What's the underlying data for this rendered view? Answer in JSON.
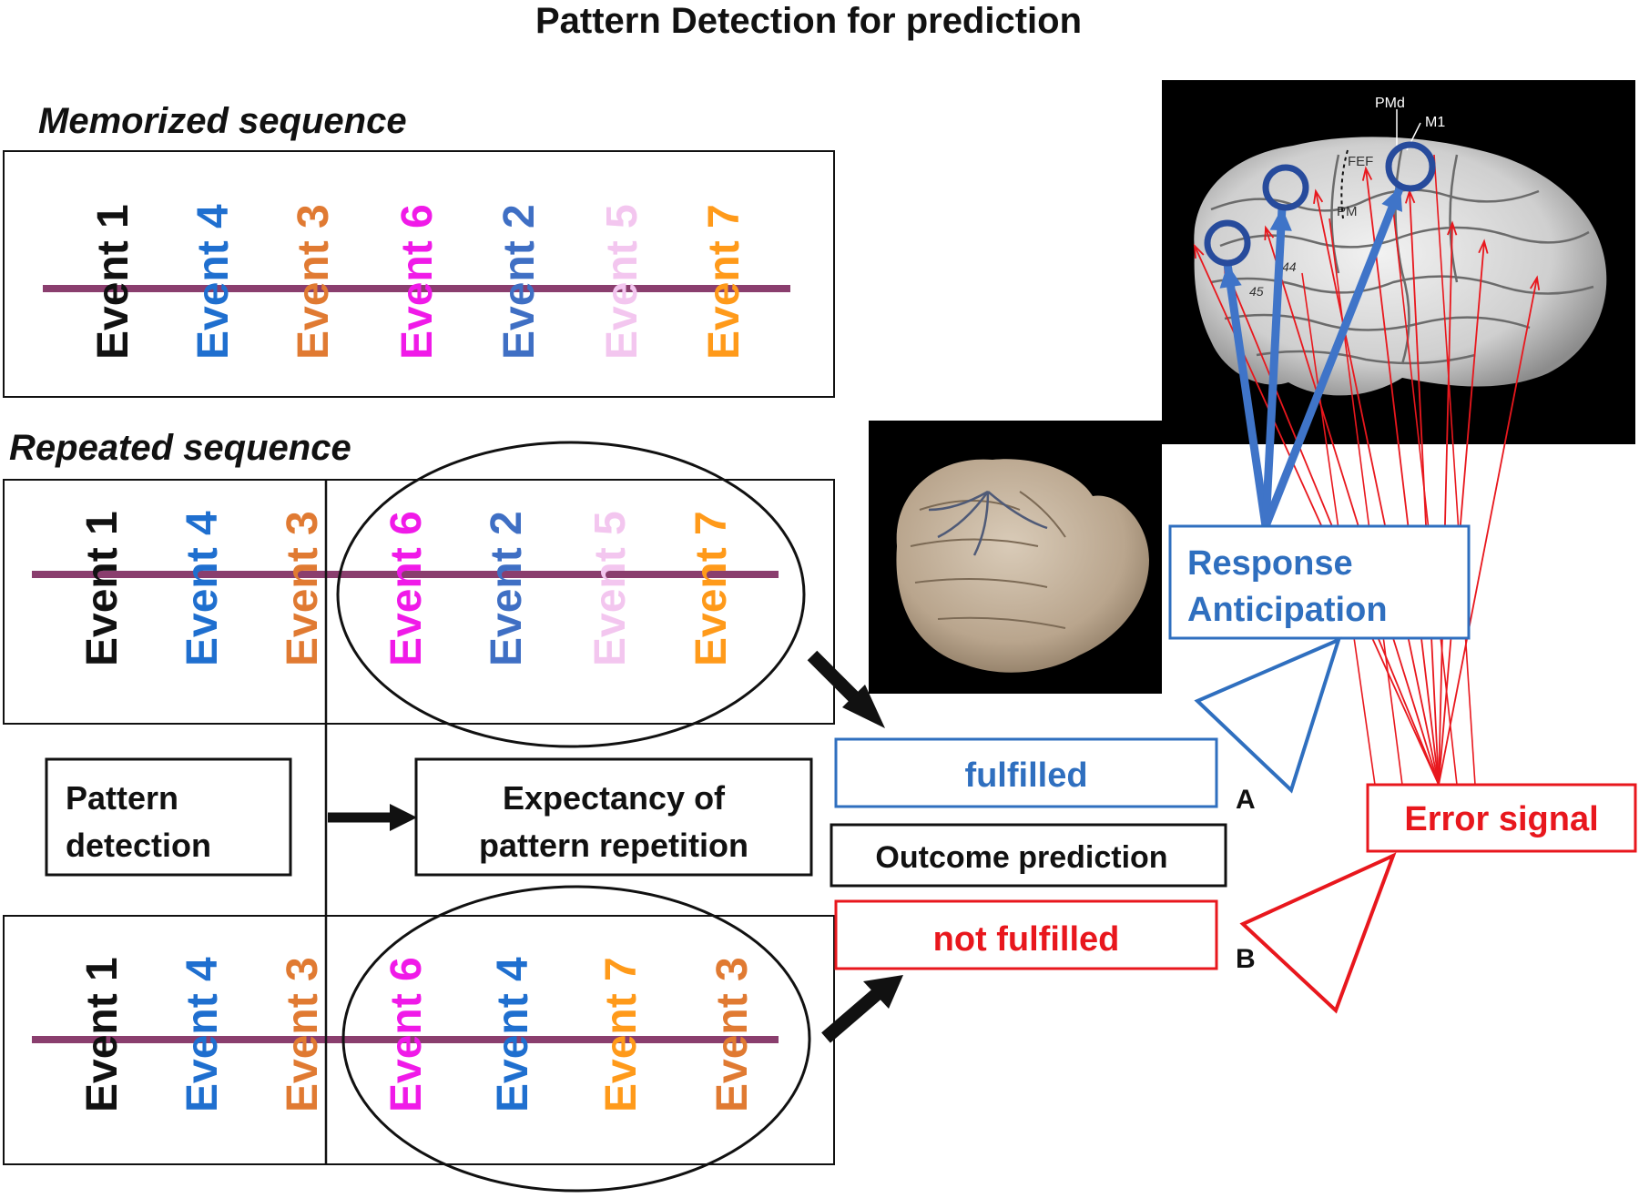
{
  "title": "Pattern Detection for prediction",
  "sections": {
    "memorized": "Memorized sequence",
    "repeated": "Repeated sequence"
  },
  "colors": {
    "e1": "#111111",
    "e2": "#3f6fc4",
    "e3": "#e07a32",
    "e4": "#1f6fcf",
    "e5": "#f3c6ef",
    "e6": "#f01ae8",
    "e7": "#ff9a1a",
    "timeline": "#8a3e6e",
    "blue": "#2f6fbf",
    "red": "#e8171d"
  },
  "sequences": {
    "memorized": [
      {
        "text": "Event 1",
        "color": "e1"
      },
      {
        "text": "Event 4",
        "color": "e4"
      },
      {
        "text": "Event 3",
        "color": "e3"
      },
      {
        "text": "Event 6",
        "color": "e6"
      },
      {
        "text": "Event 2",
        "color": "e2"
      },
      {
        "text": "Event 5",
        "color": "e5"
      },
      {
        "text": "Event 7",
        "color": "e7"
      }
    ],
    "repeated_a": [
      {
        "text": "Event 1",
        "color": "e1"
      },
      {
        "text": "Event 4",
        "color": "e4"
      },
      {
        "text": "Event 3",
        "color": "e3"
      },
      {
        "text": "Event 6",
        "color": "e6"
      },
      {
        "text": "Event 2",
        "color": "e2"
      },
      {
        "text": "Event 5",
        "color": "e5"
      },
      {
        "text": "Event 7",
        "color": "e7"
      }
    ],
    "repeated_b": [
      {
        "text": "Event 1",
        "color": "e1"
      },
      {
        "text": "Event 4",
        "color": "e4"
      },
      {
        "text": "Event 3",
        "color": "e3"
      },
      {
        "text": "Event 6",
        "color": "e6"
      },
      {
        "text": "Event 4",
        "color": "e4"
      },
      {
        "text": "Event 7",
        "color": "e7"
      },
      {
        "text": "Event 3",
        "color": "e3"
      }
    ]
  },
  "boxes": {
    "pattern_detection": [
      "Pattern",
      "detection"
    ],
    "expectancy": [
      "Expectancy of",
      "pattern repetition"
    ],
    "fulfilled": "fulfilled",
    "outcome_prediction": "Outcome prediction",
    "not_fulfilled": "not fulfilled",
    "response_anticipation": [
      "Response",
      "Anticipation"
    ],
    "error_signal": "Error signal",
    "label_a": "A",
    "label_b": "B"
  },
  "brain_labels": {
    "pmd": "PMd",
    "m1": "M1",
    "fef": "FEF",
    "pm": "PM",
    "a45": "45",
    "a44": "44"
  }
}
